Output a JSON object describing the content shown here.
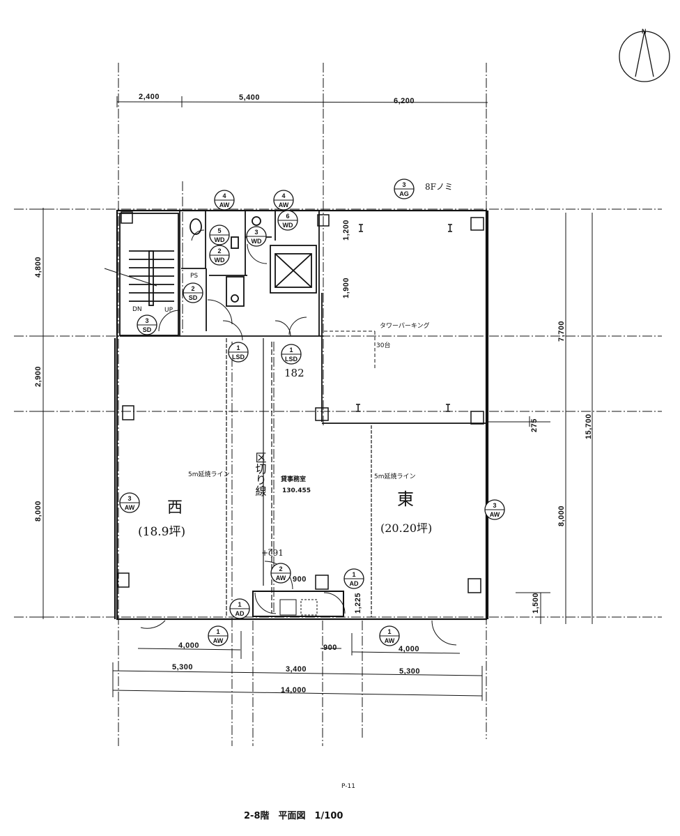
{
  "drawing": {
    "title": "2-8階　平面図　1/100",
    "page_mark": "P-11",
    "north_label": "N"
  },
  "dimensions": {
    "top": [
      "2,400",
      "5,400",
      "6,200"
    ],
    "left": [
      "4,800",
      "2,900",
      "8,000"
    ],
    "right_inner": [
      "7,700",
      "275",
      "8,000",
      "1,500"
    ],
    "right_total": "15,700",
    "core": [
      "1,200",
      "1,900"
    ],
    "bottom_row1": [
      "4,000",
      "900",
      "4,000"
    ],
    "bottom_row2": [
      "5,300",
      "3,400",
      "5,300"
    ],
    "bottom_total": "14,000",
    "entrance": [
      "900",
      "1,225"
    ]
  },
  "rooms": {
    "west": {
      "name": "西",
      "area": "(18.9坪)",
      "note": "5m延焼ライン"
    },
    "east": {
      "name": "東",
      "area": "(20.20坪)",
      "note": "5m延焼ライン"
    },
    "center": {
      "label": "貸事務室",
      "value": "130.455"
    },
    "partition": "区切り線",
    "partition_mark": "+ζ91",
    "door_note": "182",
    "parking": {
      "label": "タワーパーキング",
      "count": "30台"
    },
    "ps": "PS",
    "stair_dn": "DN",
    "stair_up": "UP",
    "floor_note": "8Fノミ"
  },
  "tags": [
    {
      "id": "aw4a",
      "num": "4",
      "code": "AW"
    },
    {
      "id": "aw4b",
      "num": "4",
      "code": "AW"
    },
    {
      "id": "wd5",
      "num": "5",
      "code": "WD"
    },
    {
      "id": "wd2",
      "num": "2",
      "code": "WD"
    },
    {
      "id": "wd3",
      "num": "3",
      "code": "WD"
    },
    {
      "id": "wd6",
      "num": "6",
      "code": "WD"
    },
    {
      "id": "sd2",
      "num": "2",
      "code": "SD"
    },
    {
      "id": "sd3",
      "num": "3",
      "code": "SD"
    },
    {
      "id": "ag3",
      "num": "3",
      "code": "AG"
    },
    {
      "id": "lsd1a",
      "num": "1",
      "code": "LSD"
    },
    {
      "id": "lsd1b",
      "num": "1",
      "code": "LSD"
    },
    {
      "id": "aw3w",
      "num": "3",
      "code": "AW"
    },
    {
      "id": "aw3e",
      "num": "3",
      "code": "AW"
    },
    {
      "id": "aw2",
      "num": "2",
      "code": "AW"
    },
    {
      "id": "ad1a",
      "num": "1",
      "code": "AD"
    },
    {
      "id": "ad1b",
      "num": "1",
      "code": "AD"
    },
    {
      "id": "aw1w",
      "num": "1",
      "code": "AW"
    },
    {
      "id": "aw1e",
      "num": "1",
      "code": "AW"
    }
  ]
}
